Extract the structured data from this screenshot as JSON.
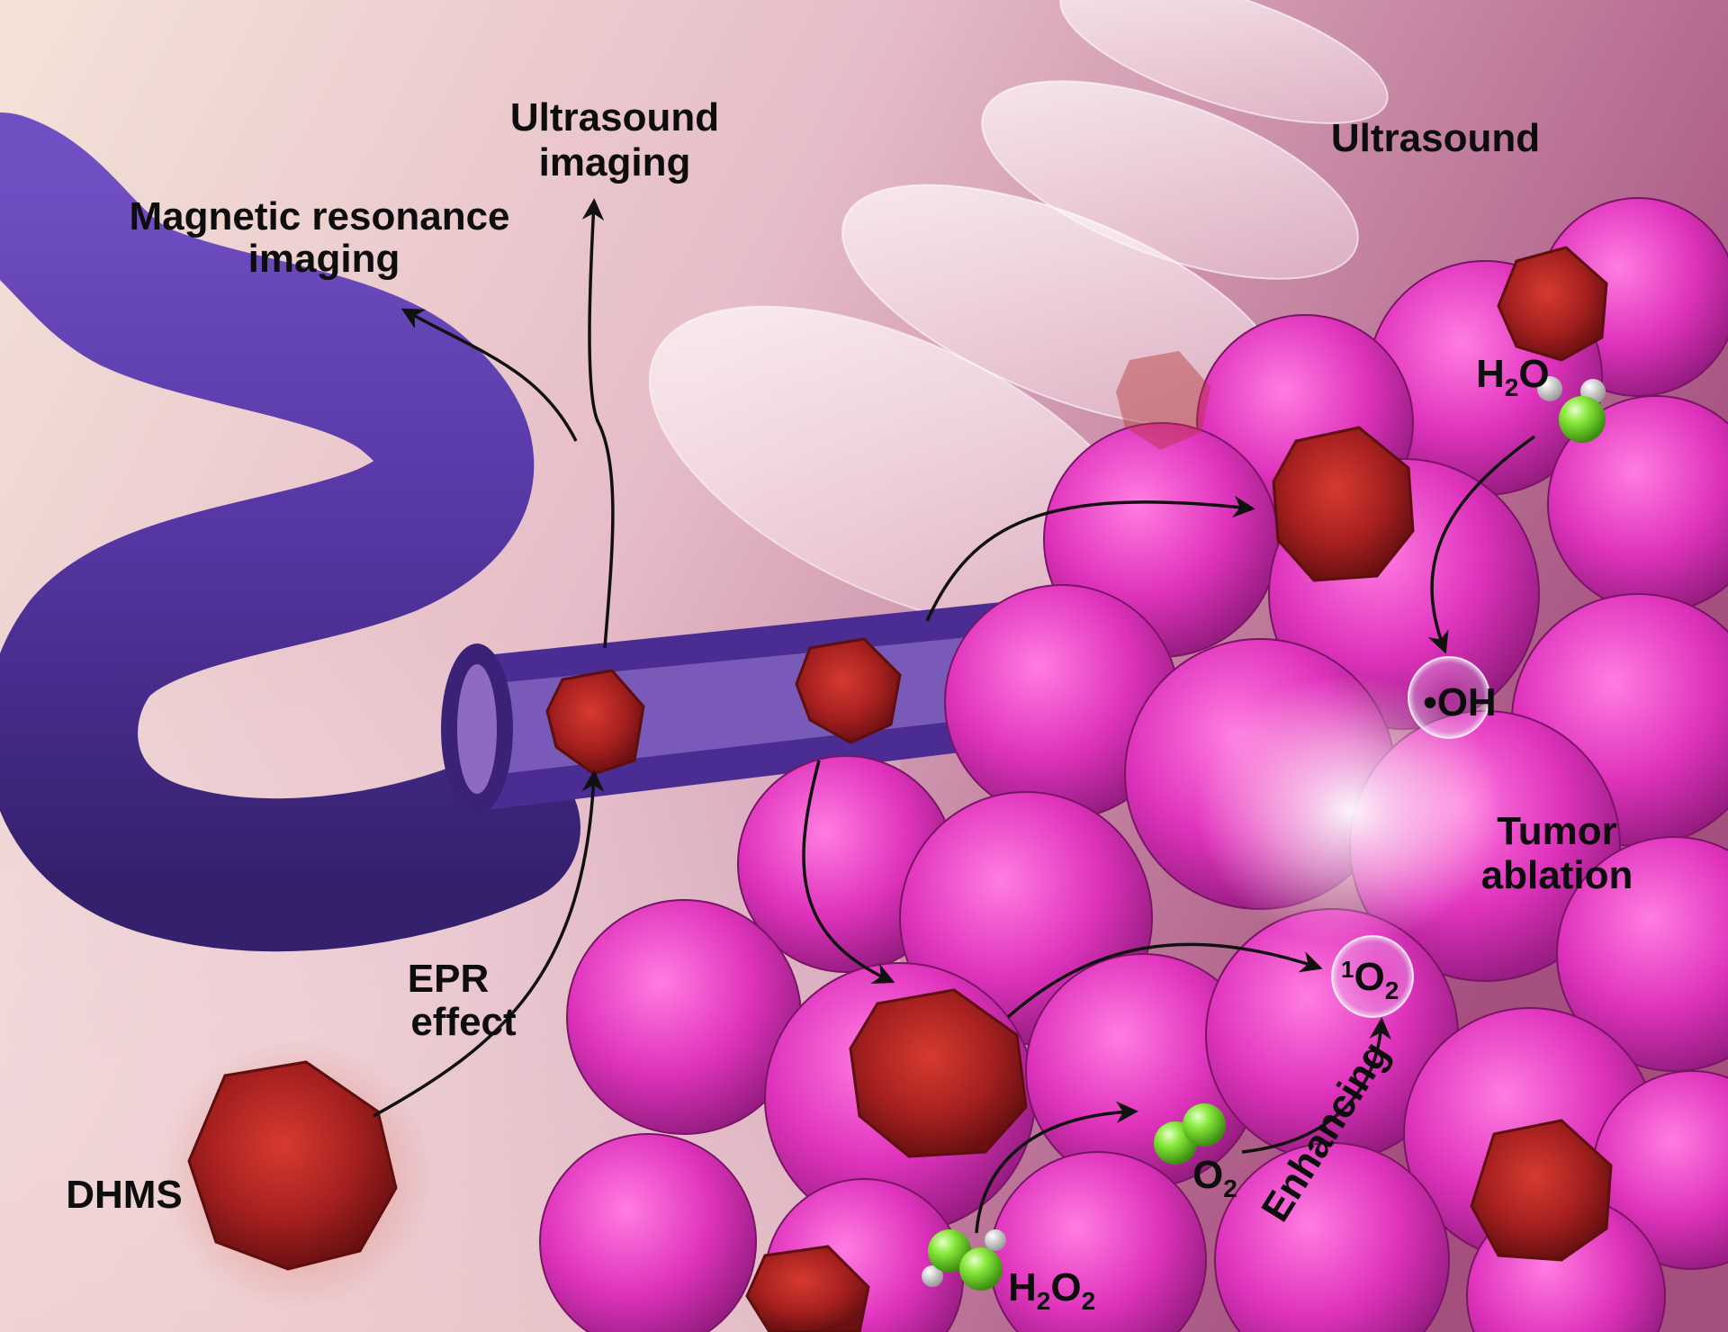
{
  "labels": {
    "ultrasound_imaging_line1": "Ultrasound",
    "ultrasound_imaging_line2": "imaging",
    "mri_line1": "Magnetic resonance",
    "mri_line2": "imaging",
    "ultrasound": "Ultrasound",
    "epr_line1": "EPR",
    "epr_line2": "effect",
    "dhms": "DHMS",
    "tumor_line1": "Tumor",
    "tumor_line2": "ablation",
    "enhancing": "Enhancing",
    "water": {
      "a": "H",
      "sub": "2",
      "b": "O"
    },
    "hydroxyl": "•OH",
    "singlet_oxygen": {
      "sup": "1",
      "a": "O",
      "sub": "2"
    },
    "oxygen": {
      "a": "O",
      "sub": "2"
    },
    "peroxide": {
      "a": "H",
      "sub1": "2",
      "b": "O",
      "sub2": "2"
    }
  },
  "colors": {
    "vessel": "#5a3aa8",
    "tumor": "#e23fc0",
    "nanoparticle": "#b82626",
    "molecule_green": "#7be03a",
    "background_top": "#f1dcd2",
    "background_right": "#a8527f"
  }
}
